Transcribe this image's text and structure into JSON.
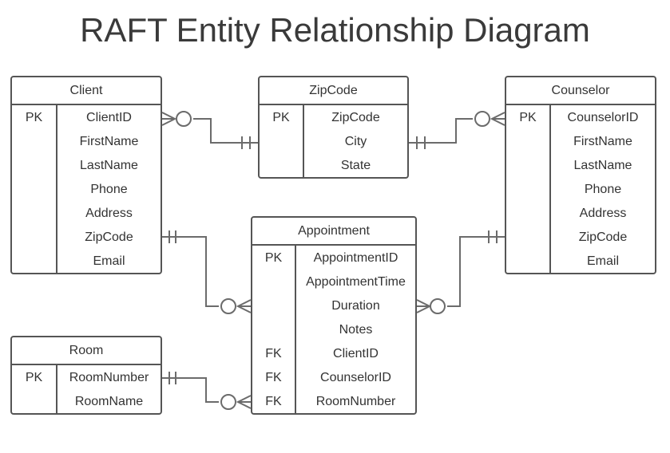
{
  "title": "RAFT Entity Relationship Diagram",
  "colors": {
    "line": "#6b6b6b",
    "box_border": "#555555",
    "text": "#333333"
  },
  "entities": {
    "client": {
      "name": "Client",
      "rows": [
        {
          "key": "PK",
          "field": "ClientID"
        },
        {
          "key": "",
          "field": "FirstName"
        },
        {
          "key": "",
          "field": "LastName"
        },
        {
          "key": "",
          "field": "Phone"
        },
        {
          "key": "",
          "field": "Address"
        },
        {
          "key": "",
          "field": "ZipCode"
        },
        {
          "key": "",
          "field": "Email"
        }
      ]
    },
    "zipcode": {
      "name": "ZipCode",
      "rows": [
        {
          "key": "PK",
          "field": "ZipCode"
        },
        {
          "key": "",
          "field": "City"
        },
        {
          "key": "",
          "field": "State"
        }
      ]
    },
    "counselor": {
      "name": "Counselor",
      "rows": [
        {
          "key": "PK",
          "field": "CounselorID"
        },
        {
          "key": "",
          "field": "FirstName"
        },
        {
          "key": "",
          "field": "LastName"
        },
        {
          "key": "",
          "field": "Phone"
        },
        {
          "key": "",
          "field": "Address"
        },
        {
          "key": "",
          "field": "ZipCode"
        },
        {
          "key": "",
          "field": "Email"
        }
      ]
    },
    "appointment": {
      "name": "Appointment",
      "rows": [
        {
          "key": "PK",
          "field": "AppointmentID"
        },
        {
          "key": "",
          "field": "AppointmentTime"
        },
        {
          "key": "",
          "field": "Duration"
        },
        {
          "key": "",
          "field": "Notes"
        },
        {
          "key": "FK",
          "field": "ClientID"
        },
        {
          "key": "FK",
          "field": "CounselorID"
        },
        {
          "key": "FK",
          "field": "RoomNumber"
        }
      ]
    },
    "room": {
      "name": "Room",
      "rows": [
        {
          "key": "PK",
          "field": "RoomNumber"
        },
        {
          "key": "",
          "field": "RoomName"
        }
      ]
    }
  },
  "relationships": [
    {
      "name": "client-zipcode",
      "from": "client.ZipCode",
      "from_end": "zero-or-many",
      "to": "zipcode.ZipCode",
      "to_end": "one-and-only-one"
    },
    {
      "name": "counselor-zipcode",
      "from": "counselor.ZipCode",
      "from_end": "zero-or-many",
      "to": "zipcode.ZipCode",
      "to_end": "one-and-only-one"
    },
    {
      "name": "client-appointment",
      "from": "client.ClientID",
      "from_end": "one-and-only-one",
      "to": "appointment.ClientID",
      "to_end": "zero-or-many"
    },
    {
      "name": "counselor-appointment",
      "from": "counselor.CounselorID",
      "from_end": "one-and-only-one",
      "to": "appointment.CounselorID",
      "to_end": "zero-or-many"
    },
    {
      "name": "room-appointment",
      "from": "room.RoomNumber",
      "from_end": "one-and-only-one",
      "to": "appointment.RoomNumber",
      "to_end": "zero-or-many"
    }
  ]
}
